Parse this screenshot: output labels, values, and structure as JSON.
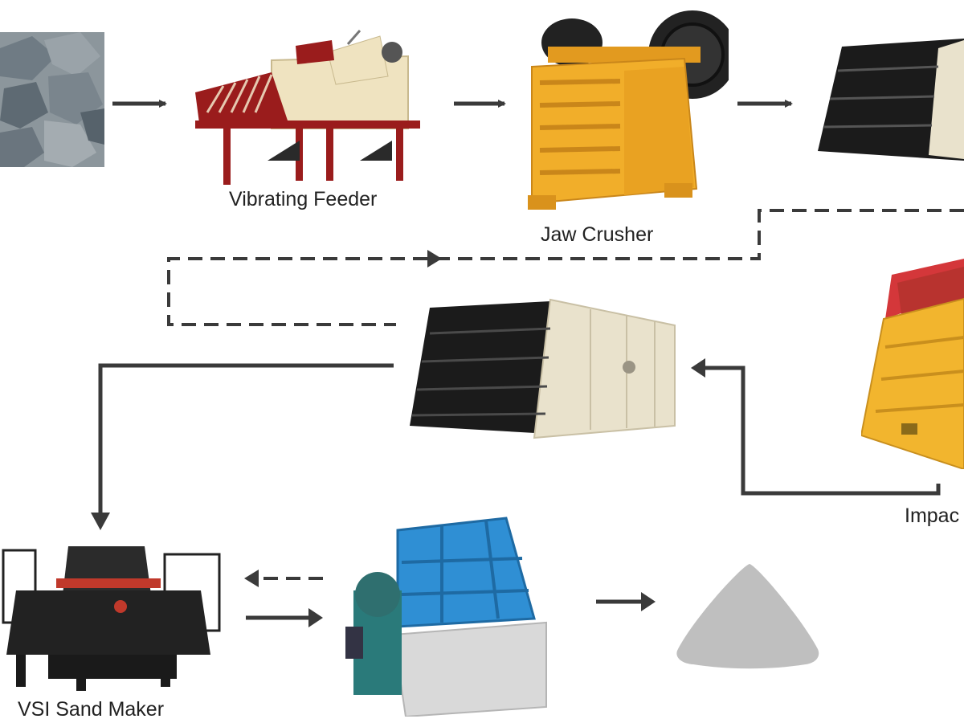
{
  "diagram": {
    "labels": {
      "vibrating_feeder": "Vibrating Feeder",
      "jaw_crusher": "Jaw Crusher",
      "impact_crusher": "Impac",
      "vsi_sand_maker": "VSI Sand Maker"
    },
    "colors": {
      "arrow": "#3a3a3a",
      "feeder_frame": "#9a1c1c",
      "feeder_body": "#efe3c0",
      "jaw_body": "#f1ae2a",
      "screen_black": "#1b1b1b",
      "screen_beige": "#e9e2cc",
      "impact_body": "#f2b52e",
      "impact_top": "#d4373a",
      "vsi_body": "#222222",
      "washer_blue": "#2f8fd4",
      "washer_tank": "#d9d9d9",
      "washer_motor": "#2a7a7a",
      "sand_pile": "#bfbfbf",
      "rock": "#6b7a85"
    },
    "icons": [
      "rock-pile-image",
      "vibrating-feeder-image",
      "jaw-crusher-image",
      "vibrating-screen-image",
      "impact-crusher-image",
      "vsi-sand-maker-image",
      "sand-washer-image",
      "sand-pile-icon"
    ]
  }
}
